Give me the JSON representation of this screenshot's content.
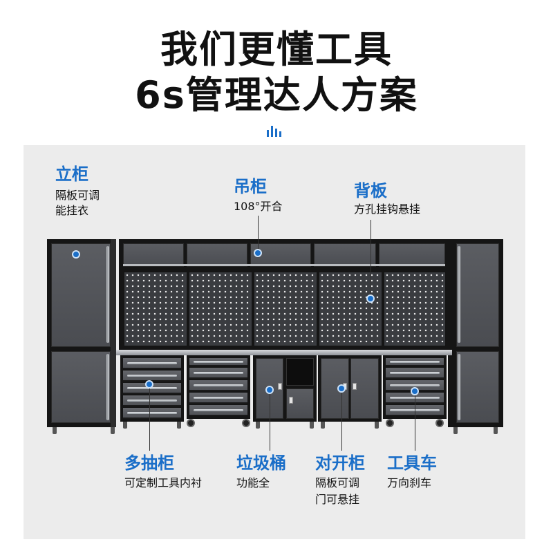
{
  "headline": {
    "line1": "我们更懂工具",
    "line2": "6s管理达人方案"
  },
  "icons": {
    "header": "bar-chart-icon"
  },
  "colors": {
    "accent": "#1a6ec8",
    "panel_bg": "#ececec",
    "cabinet_gray": "#55575c",
    "frame_black": "#151515"
  },
  "callouts": {
    "tall_cabinet": {
      "title": "立柜",
      "desc_line1": "隔板可调",
      "desc_line2": "能挂衣"
    },
    "wall_cabinet": {
      "title": "吊柜",
      "desc_line1": "108°开合"
    },
    "backboard": {
      "title": "背板",
      "desc_line1": "方孔挂钩悬挂"
    },
    "drawer_cabinet": {
      "title": "多抽柜",
      "desc_line1": "可定制工具内衬"
    },
    "trash_bin": {
      "title": "垃圾桶",
      "desc_line1": "功能全"
    },
    "double_door": {
      "title": "对开柜",
      "desc_line1": "隔板可调",
      "desc_line2": "门可悬挂"
    },
    "tool_cart": {
      "title": "工具车",
      "desc_line1": "万向刹车"
    }
  }
}
